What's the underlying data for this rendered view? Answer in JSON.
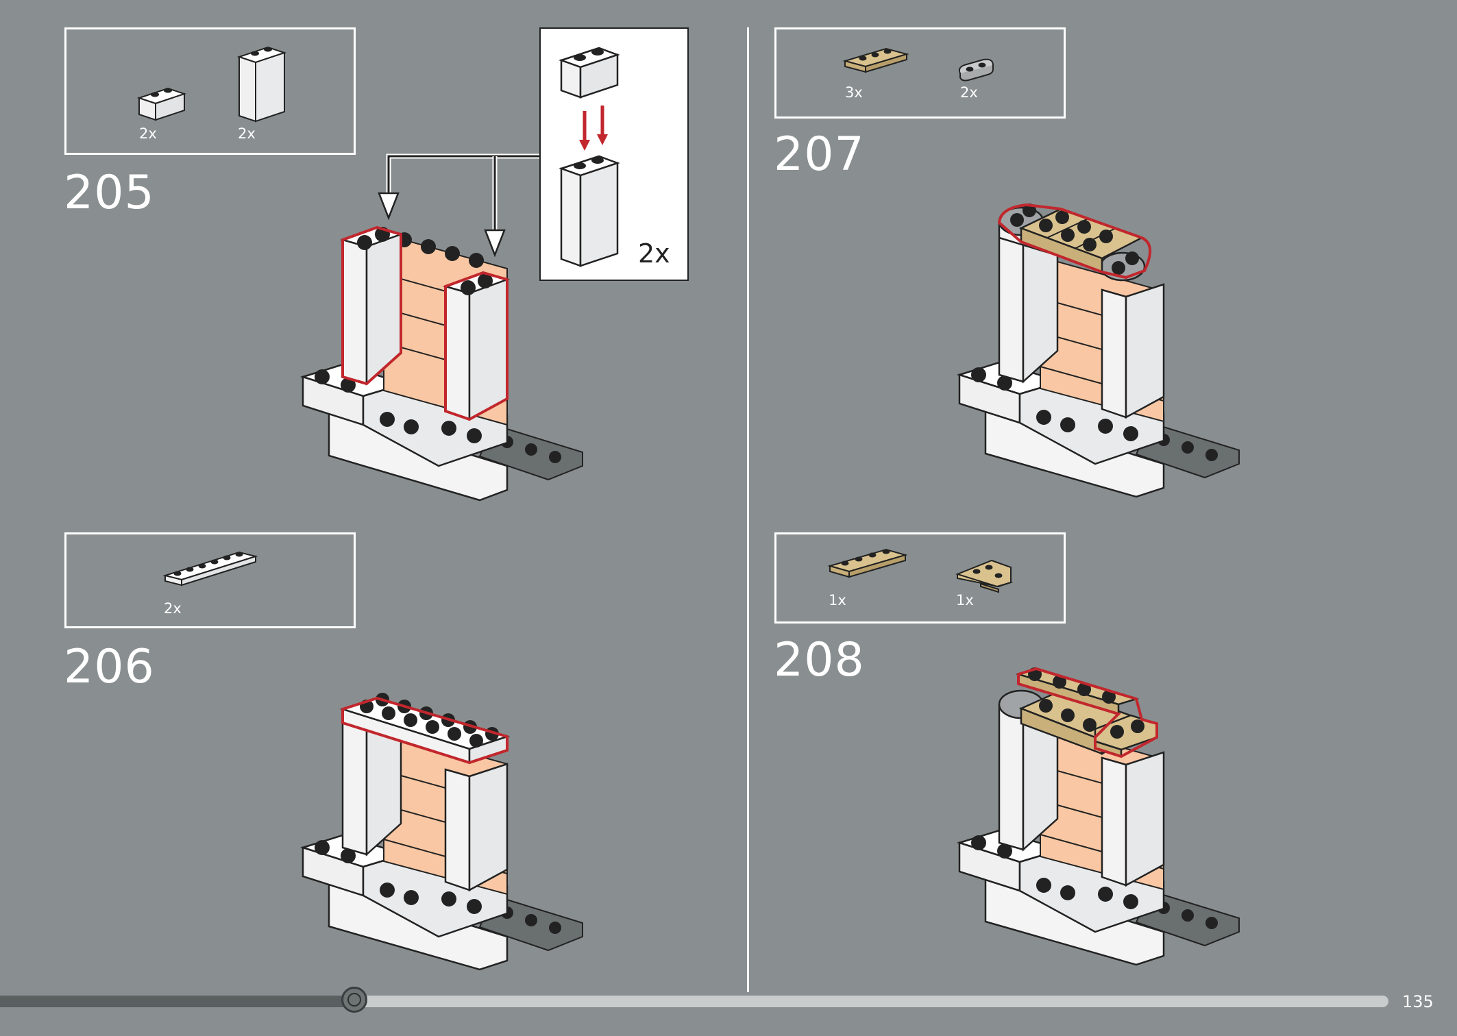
{
  "steps": [
    {
      "number": "205",
      "parts": [
        {
          "qty": "2x",
          "piece": "brick-1x2-white"
        },
        {
          "qty": "2x",
          "piece": "brick-1x2x3-white"
        }
      ],
      "callout_qty": "2x"
    },
    {
      "number": "206",
      "parts": [
        {
          "qty": "2x",
          "piece": "plate-1x6-white"
        }
      ]
    },
    {
      "number": "207",
      "parts": [
        {
          "qty": "3x",
          "piece": "plate-1x3-tan"
        },
        {
          "qty": "2x",
          "piece": "plate-1x2-rounded-grey"
        }
      ]
    },
    {
      "number": "208",
      "parts": [
        {
          "qty": "1x",
          "piece": "plate-1x4-tan"
        },
        {
          "qty": "1x",
          "piece": "plate-2x2-corner-tan"
        }
      ]
    }
  ],
  "page_number": "135",
  "progress": 0.255,
  "colors": {
    "background": "#898f90",
    "highlight": "#c1272d",
    "peach": "#f9c7a3",
    "tan": "#d9c28e",
    "grey_part": "#a0a4a6",
    "dark_part": "#555a5c"
  }
}
